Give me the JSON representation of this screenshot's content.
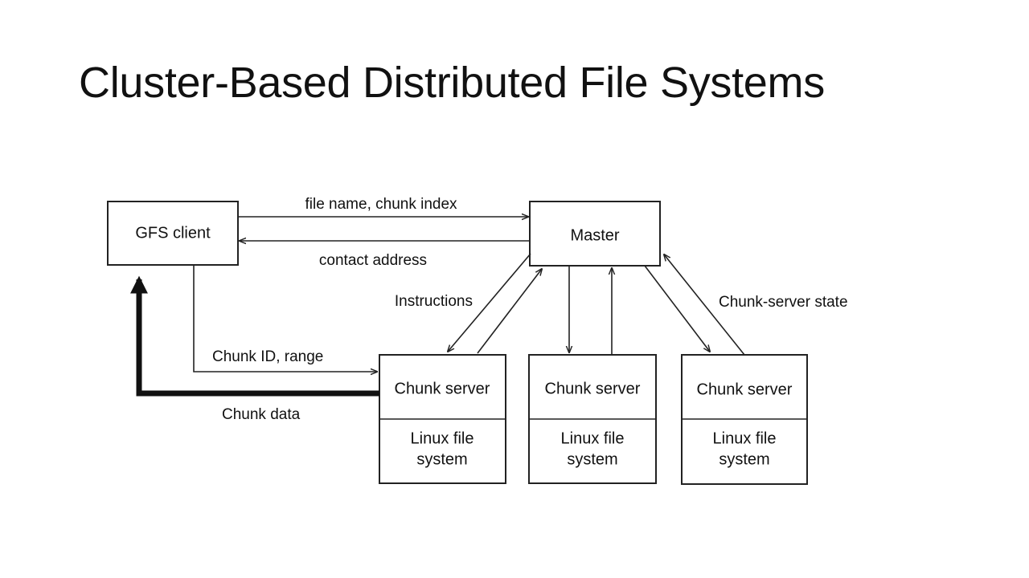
{
  "title": "Cluster-Based Distributed File Systems",
  "diagram": {
    "nodes": {
      "gfs_client": "GFS client",
      "master": "Master",
      "chunk_servers": [
        {
          "label": "Chunk server",
          "fs_line1": "Linux file",
          "fs_line2": "system"
        },
        {
          "label": "Chunk server",
          "fs_line1": "Linux file",
          "fs_line2": "system"
        },
        {
          "label": "Chunk server",
          "fs_line1": "Linux file",
          "fs_line2": "system"
        }
      ]
    },
    "edges": {
      "file_name_chunk_index": "file name, chunk index",
      "contact_address": "contact address",
      "instructions": "Instructions",
      "chunk_server_state": "Chunk-server state",
      "chunk_id_range": "Chunk ID, range",
      "chunk_data": "Chunk data"
    }
  }
}
